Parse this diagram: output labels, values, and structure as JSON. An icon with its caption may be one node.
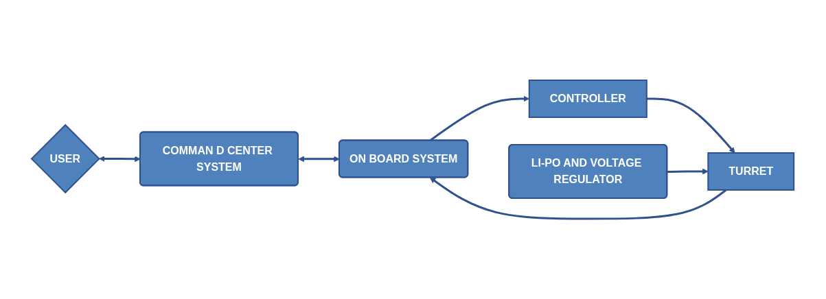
{
  "diagram": {
    "nodes": [
      {
        "text": [
          "USER"
        ]
      },
      {
        "text": [
          "COMMAN D CENTER SYSTEM"
        ]
      },
      {
        "text": [
          "ON BOARD SYSTEM"
        ]
      },
      {
        "text": [
          "CONTROLLER"
        ]
      },
      {
        "text": [
          "TURRET"
        ]
      },
      {
        "text": [
          "LI-PO AND VOLTAGE REGULATOR"
        ]
      }
    ],
    "edges": [
      {
        "from": 0,
        "to": 1,
        "arrow": "both"
      },
      {
        "from": 1,
        "to": 2,
        "arrow": "both"
      },
      {
        "from": 2,
        "to": 3,
        "arrow": "to"
      },
      {
        "from": 3,
        "to": 4,
        "arrow": "to"
      },
      {
        "from": 5,
        "to": 4,
        "arrow": "to"
      },
      {
        "from": 4,
        "to": 2,
        "arrow": "to"
      }
    ]
  }
}
